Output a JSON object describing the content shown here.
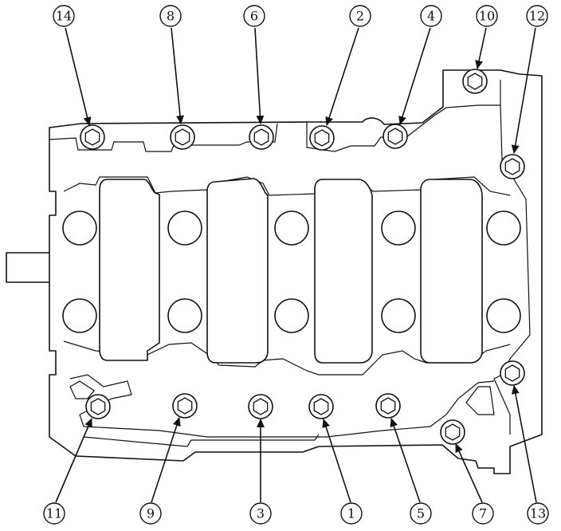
{
  "diagram": {
    "type": "bolt-tightening-sequence",
    "callouts": [
      {
        "id": "c14",
        "label": "14",
        "target_icon": "bolt-icon"
      },
      {
        "id": "c8",
        "label": "8",
        "target_icon": "bolt-icon"
      },
      {
        "id": "c6",
        "label": "6",
        "target_icon": "bolt-icon"
      },
      {
        "id": "c2",
        "label": "2",
        "target_icon": "bolt-icon"
      },
      {
        "id": "c4",
        "label": "4",
        "target_icon": "bolt-icon"
      },
      {
        "id": "c10",
        "label": "10",
        "target_icon": "bolt-icon"
      },
      {
        "id": "c12",
        "label": "12",
        "target_icon": "bolt-icon"
      },
      {
        "id": "c11",
        "label": "11",
        "target_icon": "bolt-icon"
      },
      {
        "id": "c9",
        "label": "9",
        "target_icon": "bolt-icon"
      },
      {
        "id": "c3",
        "label": "3",
        "target_icon": "bolt-icon"
      },
      {
        "id": "c1",
        "label": "1",
        "target_icon": "bolt-icon"
      },
      {
        "id": "c5",
        "label": "5",
        "target_icon": "bolt-icon"
      },
      {
        "id": "c7",
        "label": "7",
        "target_icon": "bolt-icon"
      },
      {
        "id": "c13",
        "label": "13",
        "target_icon": "bolt-icon"
      }
    ],
    "colors": {
      "line": "#111111",
      "background": "#ffffff"
    }
  }
}
